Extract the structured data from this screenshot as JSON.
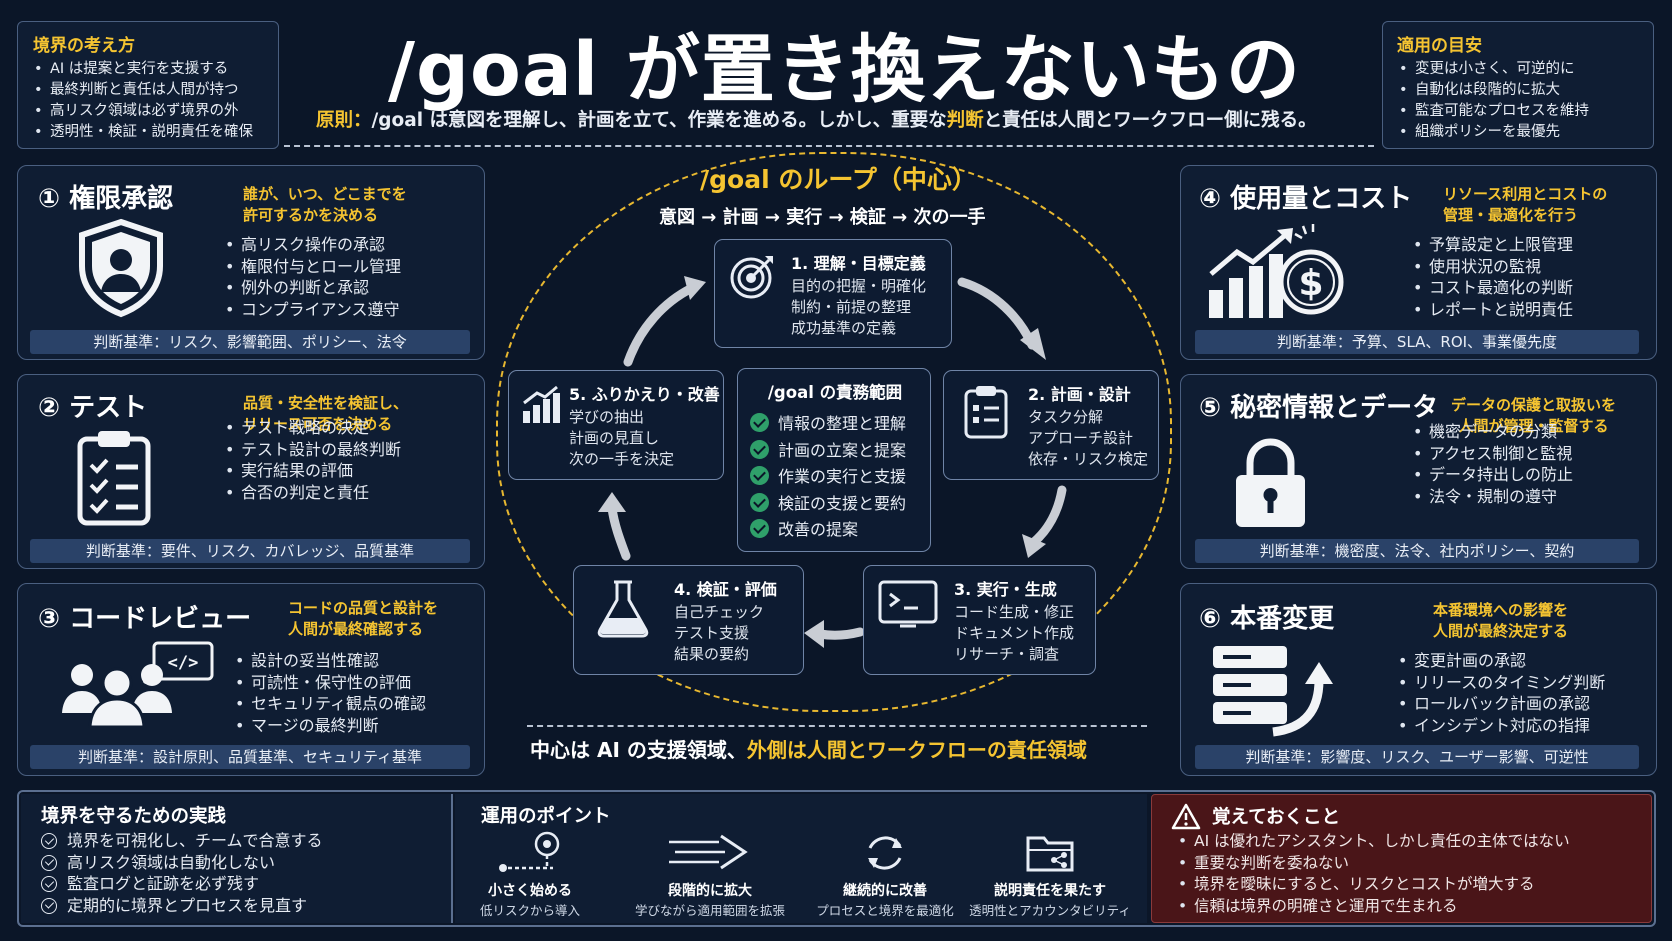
{
  "title": "/goal が置き換えないもの",
  "principle": {
    "label": "原則：",
    "pre": "/goal は意図を理解し、計画を立て、作業を進める。しかし、重要な",
    "hl": "判断",
    "post": "と責任は人間とワークフロー側に残る。"
  },
  "boundary_thinking": {
    "title": "境界の考え方",
    "items": [
      "AI は提案と実行を支援する",
      "最終判断と責任は人間が持つ",
      "高リスク領域は必ず境界の外",
      "透明性・検証・説明責任を確保"
    ]
  },
  "applicability": {
    "title": "適用の目安",
    "items": [
      "変更は小さく、可逆的に",
      "自動化は段階的に拡大",
      "監査可能なプロセスを維持",
      "組織ポリシーを最優先"
    ]
  },
  "cards": [
    {
      "num": "①",
      "title": "権限承認",
      "tagline": [
        "誰が、いつ、どこまでを",
        "許可するかを決める"
      ],
      "items": [
        "高リスク操作の承認",
        "権限付与とロール管理",
        "例外の判断と承認",
        "コンプライアンス遵守"
      ],
      "criteria": "判断基準：リスク、影響範囲、ポリシー、法令",
      "icon": "shield-user-icon"
    },
    {
      "num": "②",
      "title": "テスト",
      "tagline": [
        "品質・安全性を検証し、",
        "リリース可否を決める"
      ],
      "items": [
        "テスト戦略の決定",
        "テスト設計の最終判断",
        "実行結果の評価",
        "合否の判定と責任"
      ],
      "criteria": "判断基準：要件、リスク、カバレッジ、品質基準",
      "icon": "clipboard-checklist-icon"
    },
    {
      "num": "③",
      "title": "コードレビュー",
      "tagline": [
        "コードの品質と設計を",
        "人間が最終確認する"
      ],
      "items": [
        "設計の妥当性確認",
        "可読性・保守性の評価",
        "セキュリティ観点の確認",
        "マージの最終判断"
      ],
      "criteria": "判断基準：設計原則、品質基準、セキュリティ基準",
      "icon": "team-code-icon"
    },
    {
      "num": "④",
      "title": "使用量とコスト",
      "tagline": [
        "リソース利用とコストの",
        "管理・最適化を行う"
      ],
      "items": [
        "予算設定と上限管理",
        "使用状況の監視",
        "コスト最適化の判断",
        "レポートと説明責任"
      ],
      "criteria": "判断基準：予算、SLA、ROI、事業優先度",
      "icon": "growth-dollar-icon"
    },
    {
      "num": "⑤",
      "title": "秘密情報とデータ",
      "tagline": [
        "データの保護と取扱いを",
        "人間が管理・監督する"
      ],
      "items": [
        "機密データの分類",
        "アクセス制御と監視",
        "データ持出しの防止",
        "法令・規制の遵守"
      ],
      "criteria": "判断基準：機密度、法令、社内ポリシー、契約",
      "icon": "padlock-icon"
    },
    {
      "num": "⑥",
      "title": "本番変更",
      "tagline": [
        "本番環境への影響を",
        "人間が最終決定する"
      ],
      "items": [
        "変更計画の承認",
        "リリースのタイミング判断",
        "ロールバック計画の承認",
        "インシデント対応の指揮"
      ],
      "criteria": "判断基準：影響度、リスク、ユーザー影響、可逆性",
      "icon": "server-deploy-icon"
    }
  ],
  "loop": {
    "title": "/goal のループ（中心）",
    "flow": "意図 → 計画 → 実行 → 検証 → 次の一手",
    "steps": [
      {
        "title": "1. 理解・目標定義",
        "lines": [
          "目的の把握・明確化",
          "制約・前提の整理",
          "成功基準の定義"
        ],
        "icon": "target-icon"
      },
      {
        "title": "2. 計画・設計",
        "lines": [
          "タスク分解",
          "アプローチ設計",
          "依存・リスク検定"
        ],
        "icon": "clipboard-list-icon"
      },
      {
        "title": "3. 実行・生成",
        "lines": [
          "コード生成・修正",
          "ドキュメント作成",
          "リサーチ・調査"
        ],
        "icon": "terminal-icon"
      },
      {
        "title": "4. 検証・評価",
        "lines": [
          "自己チェック",
          "テスト支援",
          "結果の要約"
        ],
        "icon": "flask-icon"
      },
      {
        "title": "5. ふりかえり・改善",
        "lines": [
          "学びの抽出",
          "計画の見直し",
          "次の一手を決定"
        ],
        "icon": "chart-up-icon"
      }
    ],
    "scope": {
      "title": "/goal の責務範囲",
      "items": [
        "情報の整理と理解",
        "計画の立案と提案",
        "作業の実行と支援",
        "検証の支援と要約",
        "改善の提案"
      ]
    },
    "footer_white": "中心は AI の支援領域、",
    "footer_yellow": "外側は人間とワークフローの責任領域"
  },
  "practice": {
    "title": "境界を守るための実践",
    "items": [
      "境界を可視化し、チームで合意する",
      "高リスク領域は自動化しない",
      "監査ログと証跡を必ず残す",
      "定期的に境界とプロセスを見直す"
    ]
  },
  "operations": {
    "title": "運用のポイント",
    "points": [
      {
        "title": "小さく始める",
        "sub": "低リスクから導入",
        "icon": "start-small-icon"
      },
      {
        "title": "段階的に拡大",
        "sub": "学びながら適用範囲を拡張",
        "icon": "expand-arrow-icon"
      },
      {
        "title": "継続的に改善",
        "sub": "プロセスと境界を最適化",
        "icon": "refresh-icon"
      },
      {
        "title": "説明責任を果たす",
        "sub": "透明性とアカウンタビリティ",
        "icon": "folder-share-icon"
      }
    ]
  },
  "remember": {
    "title": "覚えておくこと",
    "items": [
      "AI は優れたアシスタント、しかし責任の主体ではない",
      "重要な判断を委ねない",
      "境界を曖昧にすると、リスクとコストが増大する",
      "信頼は境界の明確さと運用で生まれる"
    ]
  },
  "colors": {
    "background": "#0b1628",
    "accent": "#f5c431",
    "card_border": "#4a5f80",
    "check": "#2fa06a",
    "warning_bg": "#4a1518"
  }
}
